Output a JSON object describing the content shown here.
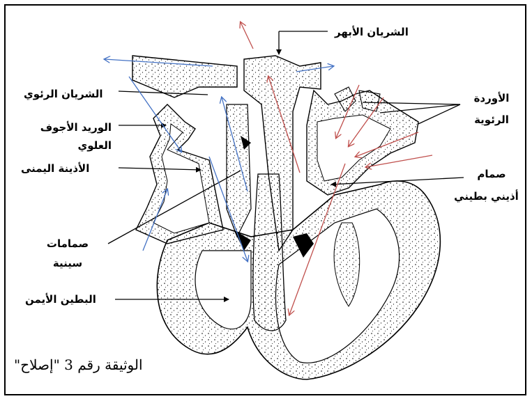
{
  "labels": {
    "aorta": "الشريان الأبهر",
    "pulmonary_artery": "الشريان الرئوي",
    "superior_vena_cava": "الوريد الأجوف العلوي",
    "right_atrium": "الأذينة اليمنى",
    "semilunar_valves_1": "صمامات",
    "semilunar_valves_2": "سينية",
    "right_ventricle": "البطين الأيمن",
    "pulmonary_veins_1": "الأوردة",
    "pulmonary_veins_2": "الرئوية",
    "av_valve_1": "صمام",
    "av_valve_2": "أذيني بطيني"
  },
  "caption": "الوثيقة رقم 3 \"إصلاح\"",
  "colors": {
    "deoxygenated_arrow": "#4472c4",
    "oxygenated_arrow": "#c0504d",
    "tissue": "#000000"
  }
}
